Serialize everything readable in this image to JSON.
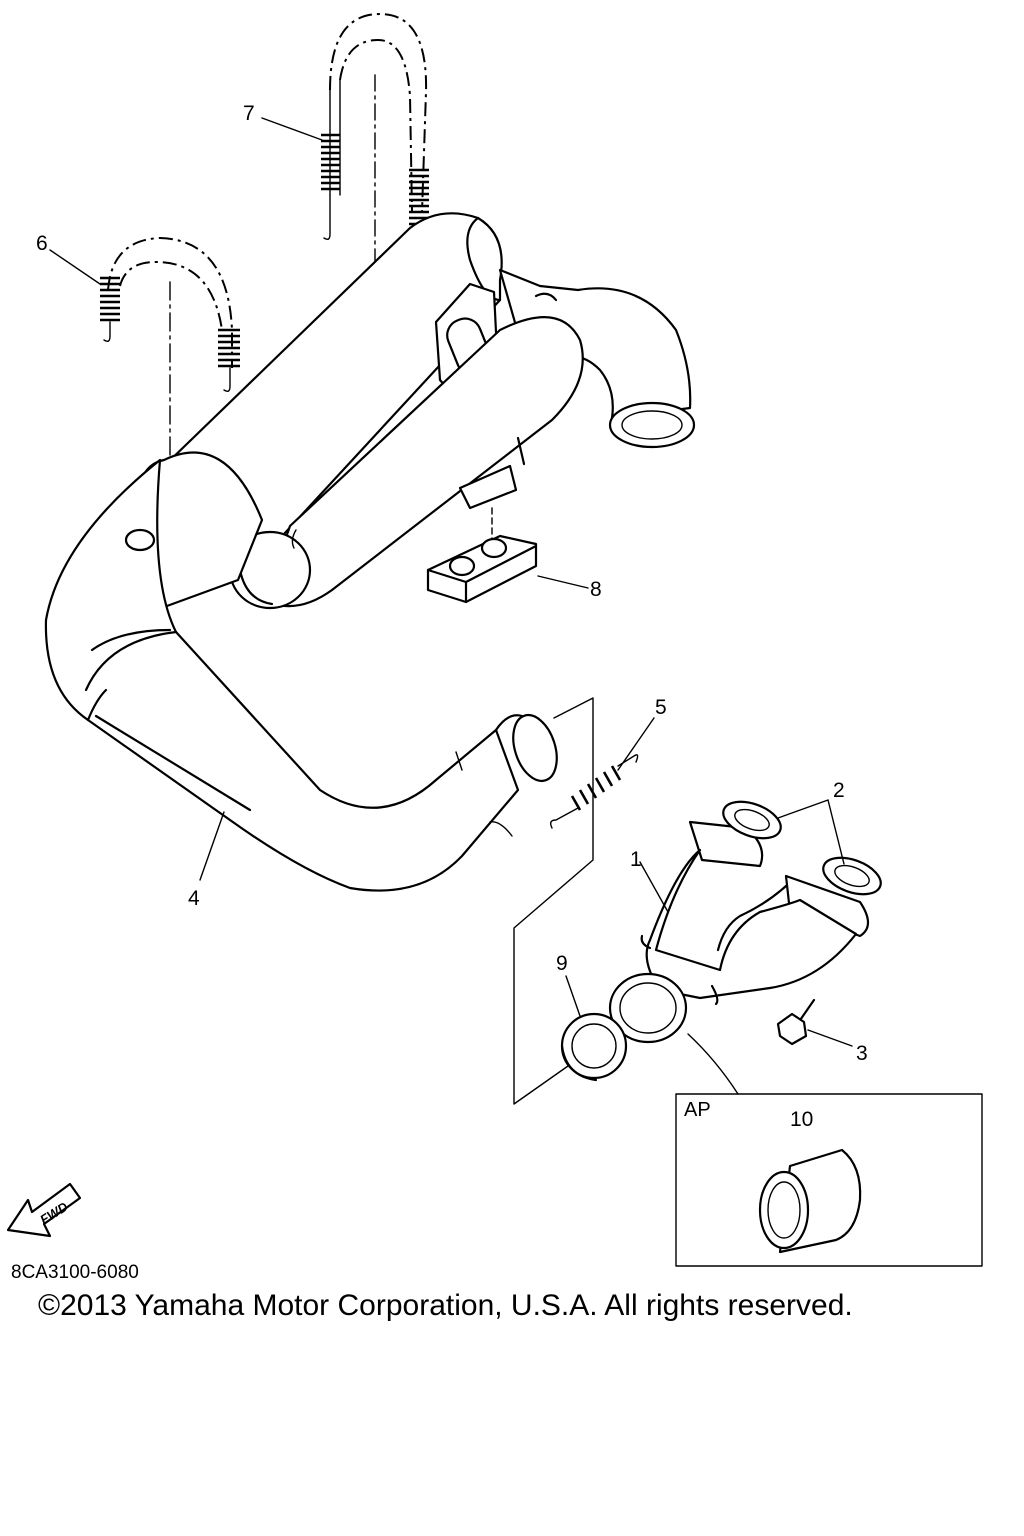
{
  "callouts": {
    "c1": "1",
    "c2": "2",
    "c3": "3",
    "c4": "4",
    "c5": "5",
    "c6": "6",
    "c7": "7",
    "c8": "8",
    "c9": "9",
    "c10": "10"
  },
  "ap_label": "AP",
  "fwd_label": "FWD",
  "diagram_code": "8CA3100-6080",
  "copyright": "©2013 Yamaha Motor Corporation, U.S.A. All rights reserved."
}
